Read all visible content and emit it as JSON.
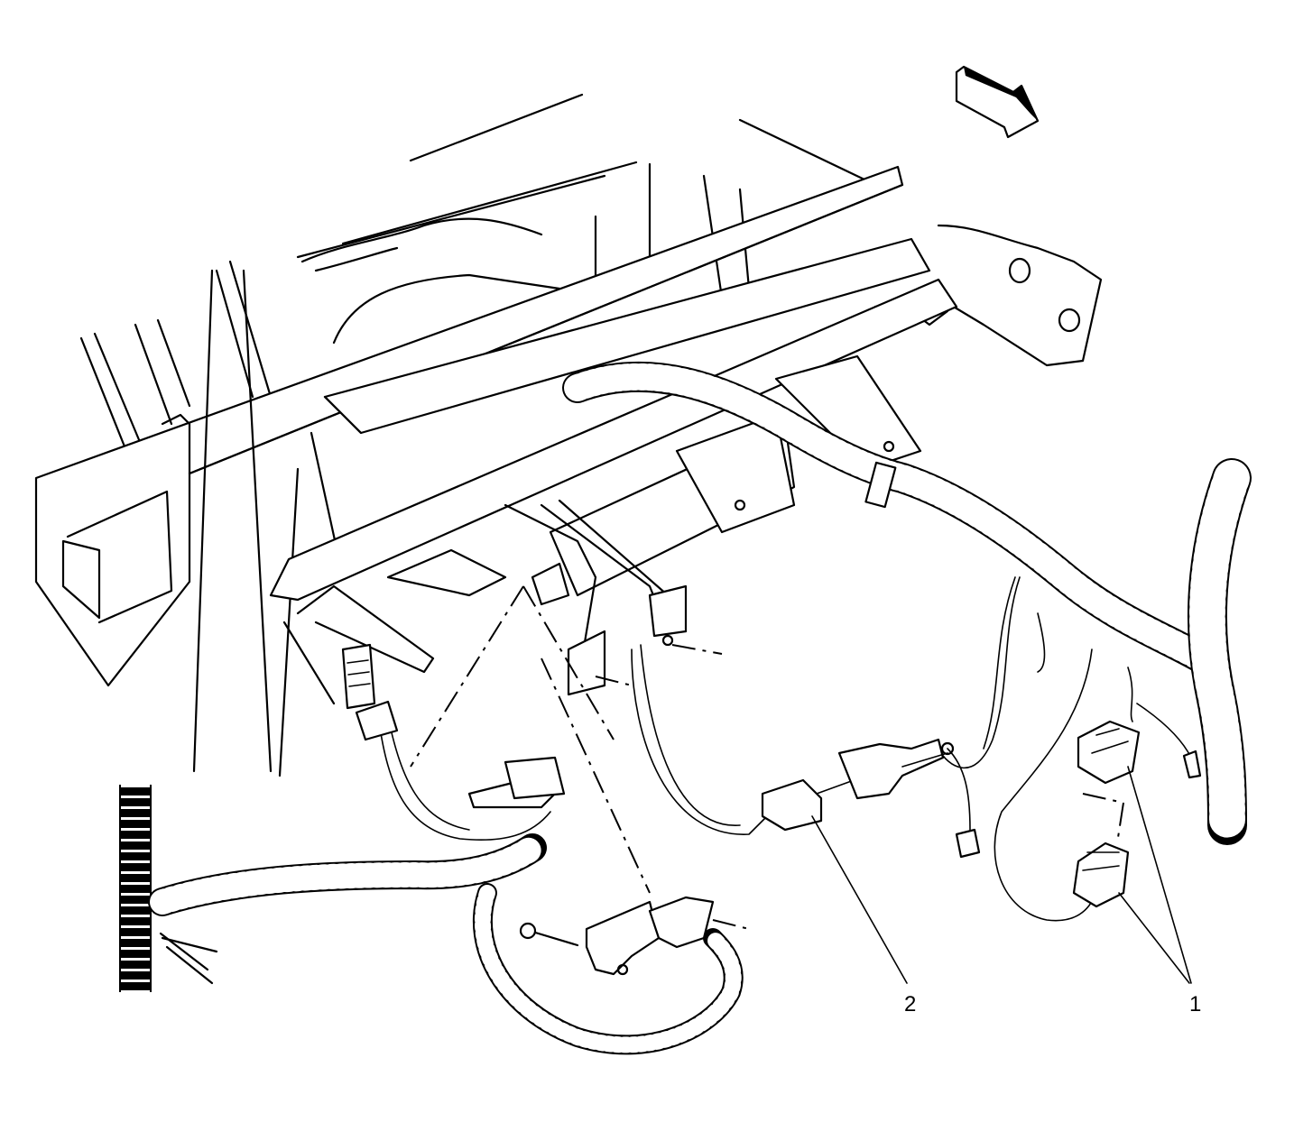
{
  "callouts": [
    {
      "id": "1",
      "label": "1"
    },
    {
      "id": "2",
      "label": "2"
    }
  ],
  "direction_arrow": {
    "icon": "forward-arrow-icon"
  }
}
